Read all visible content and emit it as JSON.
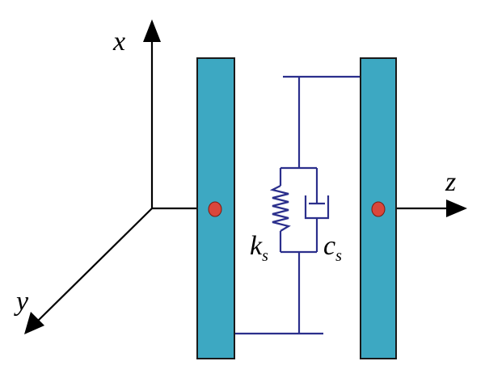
{
  "diagram": {
    "axes": {
      "x": {
        "label": "x"
      },
      "y": {
        "label": "y"
      },
      "z": {
        "label": "z"
      }
    },
    "spring": {
      "symbol": "k",
      "subscript": "s"
    },
    "damper": {
      "symbol": "c",
      "subscript": "s"
    },
    "colors": {
      "plate_fill": "#3da8c2",
      "plate_stroke": "#1a1a1a",
      "connector": "#2b2f8c",
      "center_point": "#d9463b",
      "axis": "#000000"
    }
  }
}
